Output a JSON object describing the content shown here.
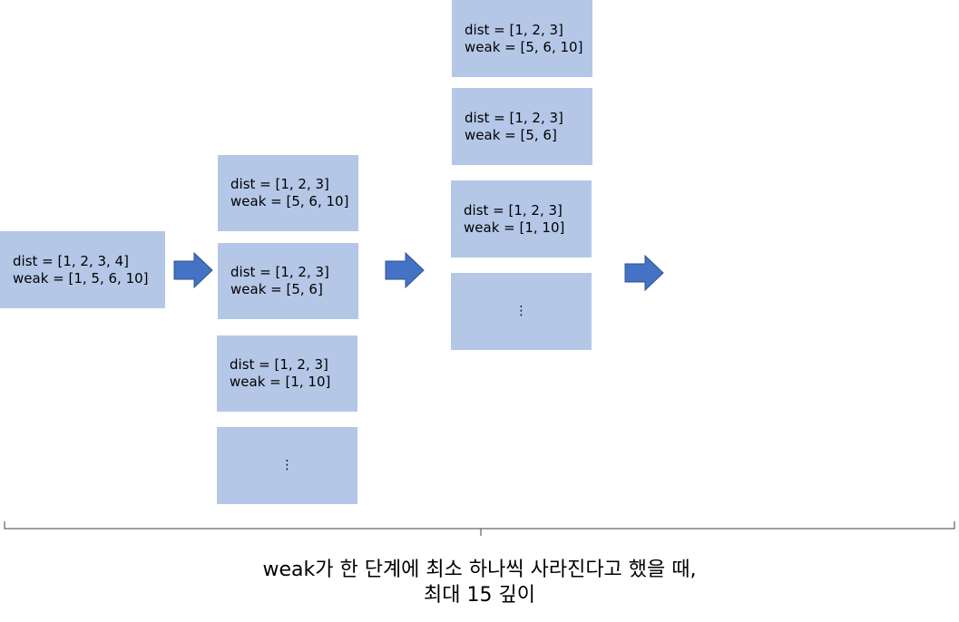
{
  "colors": {
    "box_fill": "#b4c7e7",
    "arrow_fill": "#4472c4",
    "arrow_stroke": "#2f528f",
    "brace_stroke": "#404040"
  },
  "level0": {
    "box": {
      "dist": "dist = [1, 2, 3, 4]",
      "weak": "weak = [1, 5, 6, 10]"
    }
  },
  "level1": {
    "boxes": [
      {
        "dist": "dist = [1, 2, 3]",
        "weak": "weak = [5, 6, 10]"
      },
      {
        "dist": "dist = [1, 2, 3]",
        "weak": "weak = [5, 6]"
      },
      {
        "dist": "dist = [1, 2, 3]",
        "weak": "weak = [1, 10]"
      }
    ],
    "ellipsis": "⋮"
  },
  "level2": {
    "boxes": [
      {
        "dist": "dist = [1, 2, 3]",
        "weak": "weak = [5, 6, 10]"
      },
      {
        "dist": "dist = [1, 2, 3]",
        "weak": "weak = [5, 6]"
      },
      {
        "dist": "dist = [1, 2, 3]",
        "weak": "weak = [1, 10]"
      }
    ],
    "ellipsis": "⋮"
  },
  "arrows": [
    "right-arrow-icon",
    "right-arrow-icon",
    "right-arrow-icon"
  ],
  "caption": {
    "line1": "weak가 한 단계에 최소 하나씩 사라진다고 했을 때,",
    "line2": "최대 15 깊이"
  }
}
